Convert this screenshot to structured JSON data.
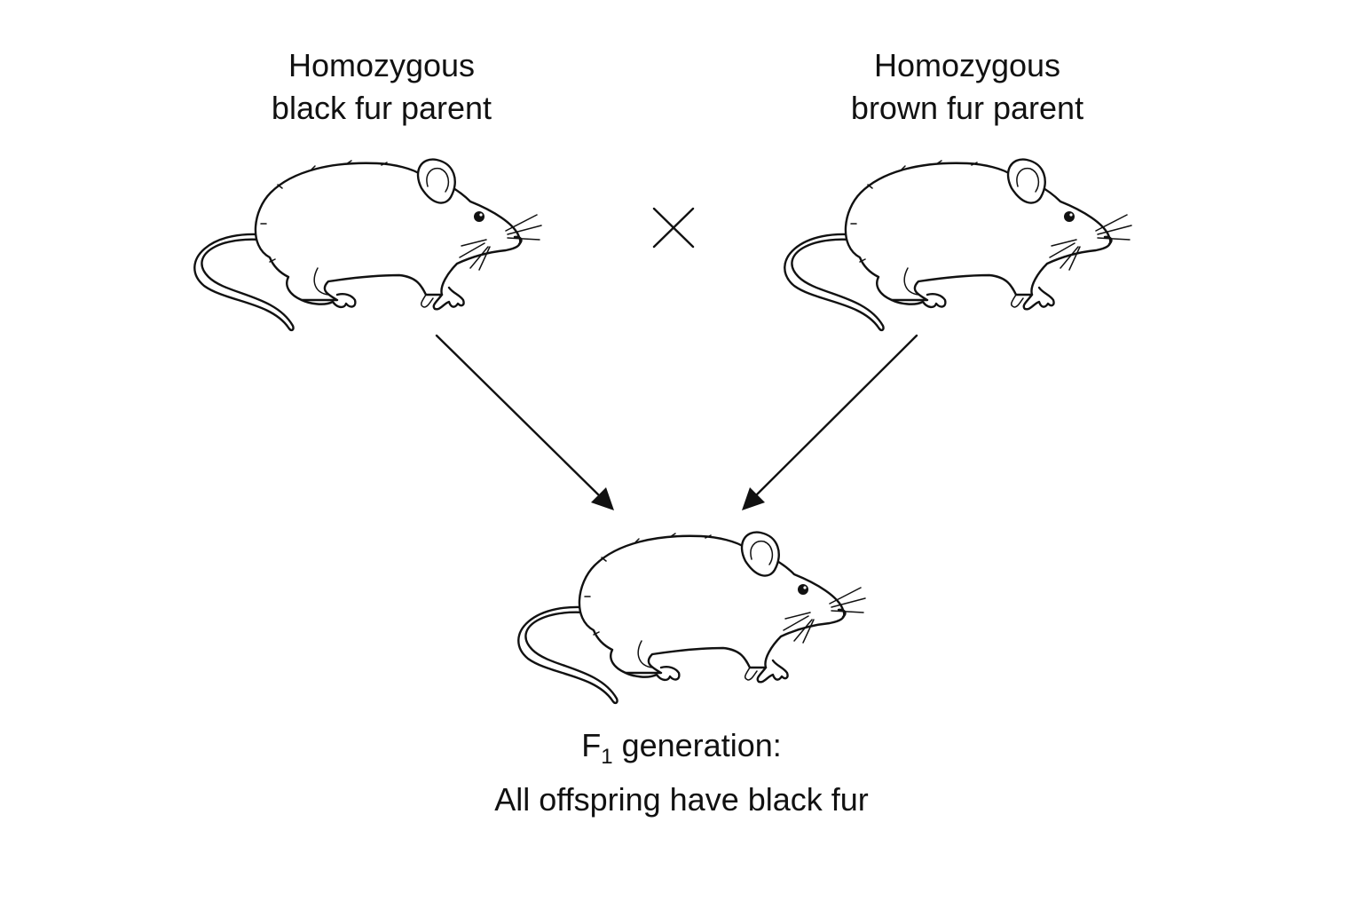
{
  "labels": {
    "black_parent": {
      "line1": "Homozygous",
      "line2": "black fur parent"
    },
    "brown_parent": {
      "line1": "Homozygous",
      "line2": "brown fur parent"
    },
    "f1": {
      "prefix": "F",
      "subscript": "1",
      "suffix": " generation:",
      "line2": "All offspring have black fur"
    }
  },
  "icons": {
    "mouse": "mouse-icon",
    "cross": "cross-symbol-icon",
    "arrow": "arrow-icon"
  },
  "colors": {
    "line": "#111111",
    "background": "#ffffff"
  }
}
